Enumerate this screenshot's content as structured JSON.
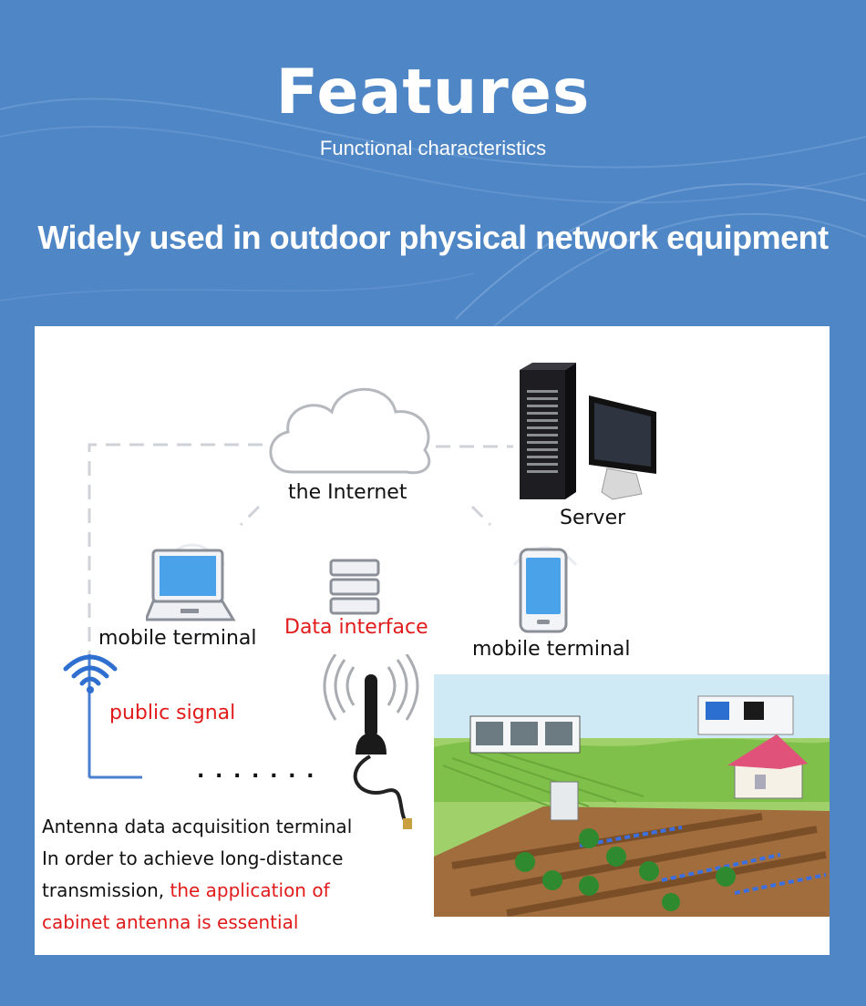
{
  "header": {
    "title": "Features",
    "subtitle": "Functional characteristics",
    "headline": "Widely used in outdoor physical network equipment"
  },
  "diagram": {
    "internet_label": "the Internet",
    "server_label": "Server",
    "laptop_label": "mobile terminal",
    "data_interface_label": "Data interface",
    "phone_label": "mobile terminal",
    "public_signal_label": "public signal",
    "dots": ". . . . . . .",
    "description": {
      "line1": "Antenna data acquisition terminal",
      "line2": " In order to achieve long-distance",
      "line3_plain": "transmission, ",
      "line3_red": "the application of",
      "line4_red": " cabinet antenna is essential"
    }
  },
  "colors": {
    "background": "#4f86c6",
    "accent_red": "#e11b1b",
    "icon_blue": "#4aa3e8"
  }
}
